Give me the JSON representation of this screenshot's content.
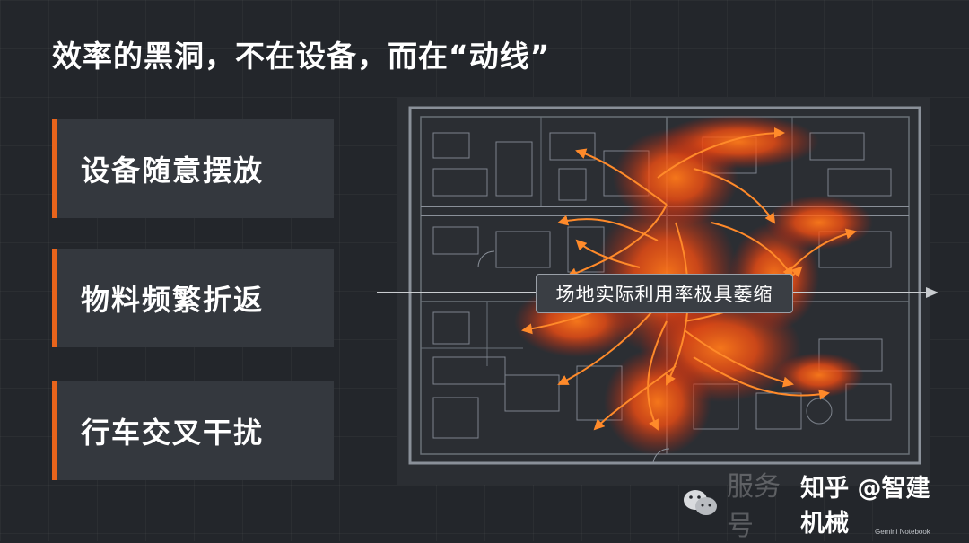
{
  "slide": {
    "title": "效率的黑洞，不在设备，而在“动线”",
    "accent_color": "#e8641c",
    "background_color": "#23262b"
  },
  "cards": [
    {
      "label": "设备随意摆放"
    },
    {
      "label": "物料频繁折返"
    },
    {
      "label": "行车交叉干扰"
    }
  ],
  "diagram": {
    "callout": "场地实际利用率极具萎缩",
    "heat_color": "#ff5a14"
  },
  "watermark": {
    "faint_text": "服务号",
    "text": "知乎 @智建机械",
    "brand": "Gemini Notebook",
    "icon": "wechat-icon"
  }
}
